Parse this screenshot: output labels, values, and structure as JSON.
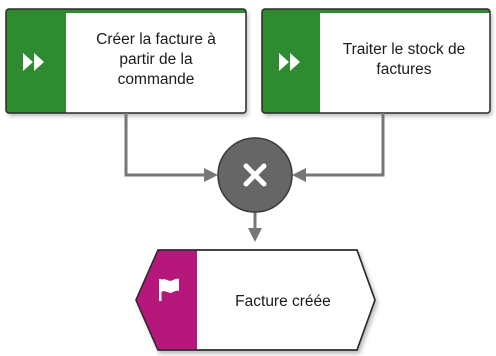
{
  "diagram": {
    "functions": [
      {
        "label": "Créer la facture à\npartir de la\ncommande",
        "icon": "fast-forward-icon",
        "color": "#2e8b2f"
      },
      {
        "label": "Traiter le stock de\nfactures",
        "icon": "fast-forward-icon",
        "color": "#2e8b2f"
      }
    ],
    "connector": {
      "type": "XOR",
      "icon": "x-icon",
      "color": "#666666"
    },
    "event": {
      "label": "Facture créée",
      "icon": "flag-icon",
      "color": "#b5177a"
    },
    "colors": {
      "arrow": "#777777",
      "border": "#222222"
    }
  }
}
